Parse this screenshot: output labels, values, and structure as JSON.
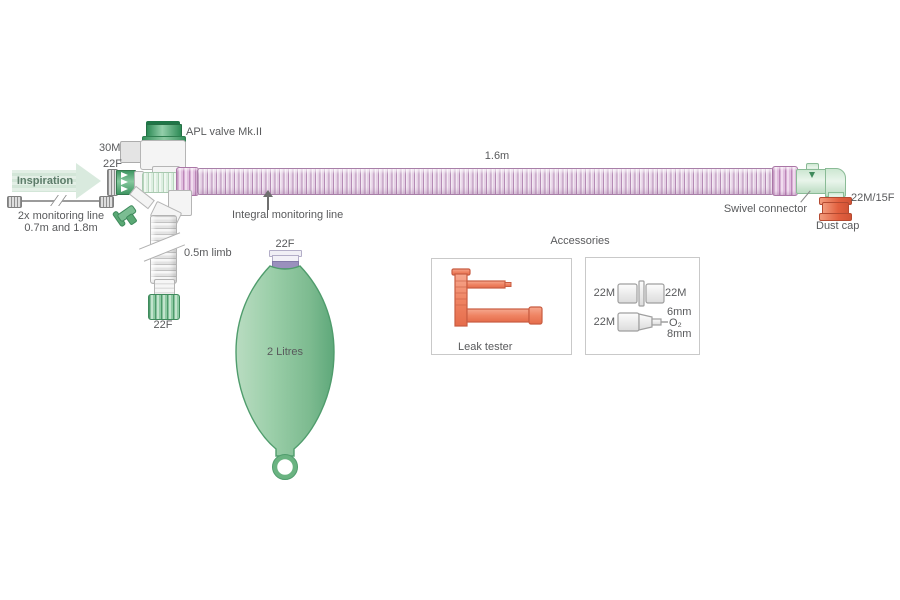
{
  "circuit": {
    "apl_valve_label": "APL valve Mk.II",
    "port_30m": "30M",
    "inlet_22f": "22F",
    "inspiration_label": "Inspiration",
    "monitoring_line_label": "2x monitoring line",
    "monitoring_line_lengths": "0.7m and 1.8m",
    "tube_length": "1.6m",
    "integral_line_label": "Integral monitoring line",
    "limb_label": "0.5m limb",
    "limb_end_22f": "22F",
    "swivel_label": "Swivel connector",
    "patient_end": "22M/15F",
    "dust_cap_label": "Dust cap"
  },
  "bag": {
    "connector": "22F",
    "volume": "2 Litres"
  },
  "accessories": {
    "title": "Accessories",
    "leak_tester_label": "Leak tester",
    "adapter_double": {
      "left": "22M",
      "right": "22M"
    },
    "adapter_o2": {
      "left": "22M",
      "size_top": "6mm",
      "gas": "O₂",
      "size_bottom": "8mm"
    }
  },
  "colors": {
    "label_text": "#595a5c",
    "tube_mauve": "#b58bb5",
    "cuff_pink": "#bd86b9",
    "valve_green": "#2e8b57",
    "connector_light_green": "#cde7d2",
    "bag_green": "#8fc7a0",
    "coral_red": "#e2603f",
    "inspiration_arrow": "#d9eade"
  }
}
